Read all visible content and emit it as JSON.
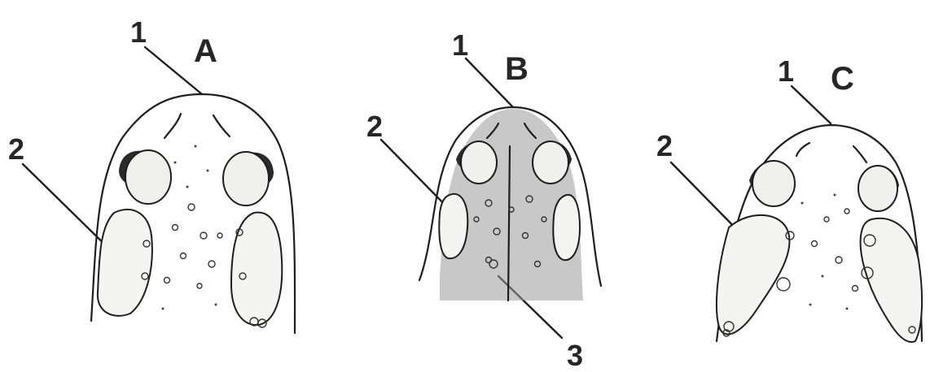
{
  "panels": [
    {
      "letter": "A",
      "labels": {
        "one": "1",
        "two": "2"
      }
    },
    {
      "letter": "B",
      "labels": {
        "one": "1",
        "two": "2",
        "three": "3"
      }
    },
    {
      "letter": "C",
      "labels": {
        "one": "1",
        "two": "2"
      }
    }
  ]
}
